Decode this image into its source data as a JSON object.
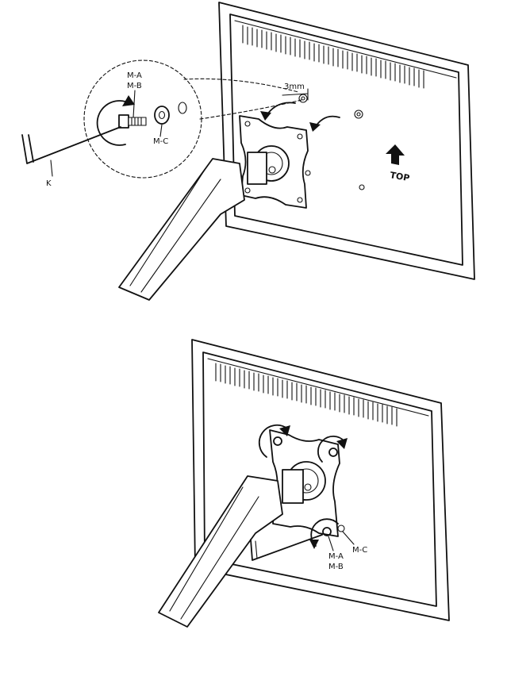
{
  "step1": {
    "labels": {
      "ma": "M-A",
      "mb": "M-B",
      "mc": "M-C",
      "k": "K",
      "gap": "3mm",
      "top": "TOP"
    }
  },
  "step2": {
    "labels": {
      "ma": "M-A",
      "mb": "M-B",
      "mc": "M-C"
    }
  },
  "colors": {
    "line": "#111111",
    "background": "#ffffff"
  },
  "icons": [
    "rotate-arrow-icon",
    "up-arrow-icon",
    "hex-key-icon"
  ]
}
